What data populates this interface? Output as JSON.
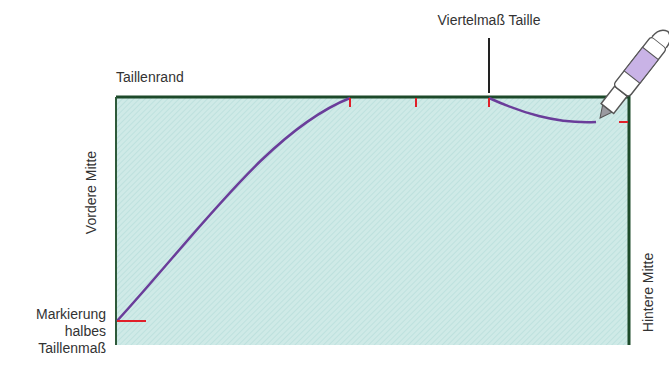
{
  "diagram": {
    "labels": [
      "Viertelmaß Taille",
      "Taillenrand",
      "Vordere Mitte",
      "Hintere Mitte",
      "Markierung halbes Taillenmaß"
    ]
  }
}
